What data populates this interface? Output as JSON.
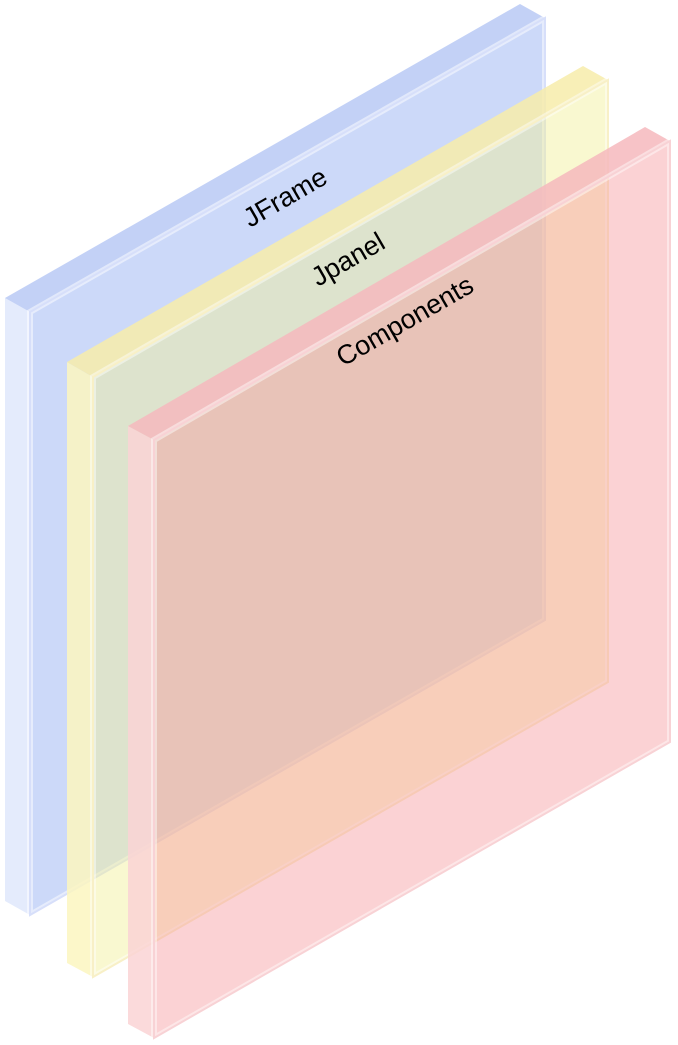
{
  "diagram": {
    "layers": [
      {
        "id": "jframe",
        "label": "JFrame",
        "color": "#8faaf2"
      },
      {
        "id": "jpanel",
        "label": "Jpanel",
        "color": "#f2ef96"
      },
      {
        "id": "components",
        "label": "Components",
        "color": "#f79ca0"
      }
    ]
  }
}
